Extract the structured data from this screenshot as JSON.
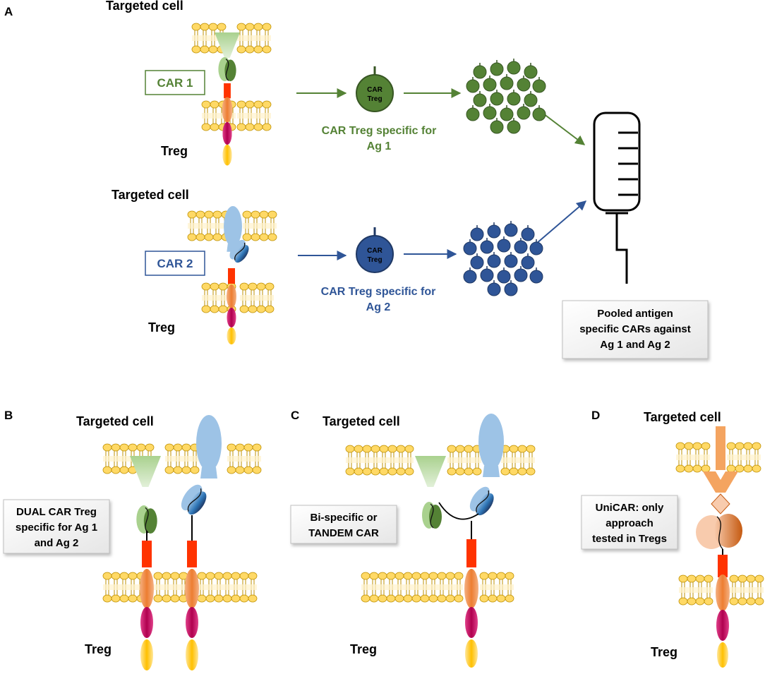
{
  "panels": {
    "a": {
      "letter": "A"
    },
    "b": {
      "letter": "B"
    },
    "c": {
      "letter": "C"
    },
    "d": {
      "letter": "D"
    }
  },
  "labels": {
    "targeted_cell": "Targeted cell",
    "treg": "Treg"
  },
  "panel_a": {
    "car1_box": "CAR 1",
    "car2_box": "CAR 2",
    "car_treg_line1": "CAR",
    "car_treg_line2": "Treg",
    "car1_caption": [
      "CAR Treg specific for",
      "Ag 1"
    ],
    "car2_caption": [
      "CAR Treg specific for",
      "Ag 2"
    ],
    "pooled_box": [
      "Pooled antigen",
      "specific CARs against",
      "Ag 1 and Ag 2"
    ]
  },
  "panel_b": {
    "box": [
      "DUAL CAR Treg",
      "specific for Ag 1",
      "and Ag 2"
    ]
  },
  "panel_c": {
    "box": [
      "Bi-specific or",
      "TANDEM CAR"
    ]
  },
  "panel_d": {
    "box": [
      "UniCAR: only",
      "approach",
      "tested in Tregs"
    ]
  },
  "colors": {
    "green": "#548235",
    "green_dark": "#375623",
    "blue": "#2F5597",
    "light_green": "#A9D18E",
    "light_blue": "#9DC3E6",
    "membrane": "#FFD966",
    "transmembrane_red": "#FF3300",
    "orange": "#ED7D31",
    "magenta": "#C00060",
    "yellow_domain": "#FFC000",
    "unicar_orange": "#F4B183"
  }
}
